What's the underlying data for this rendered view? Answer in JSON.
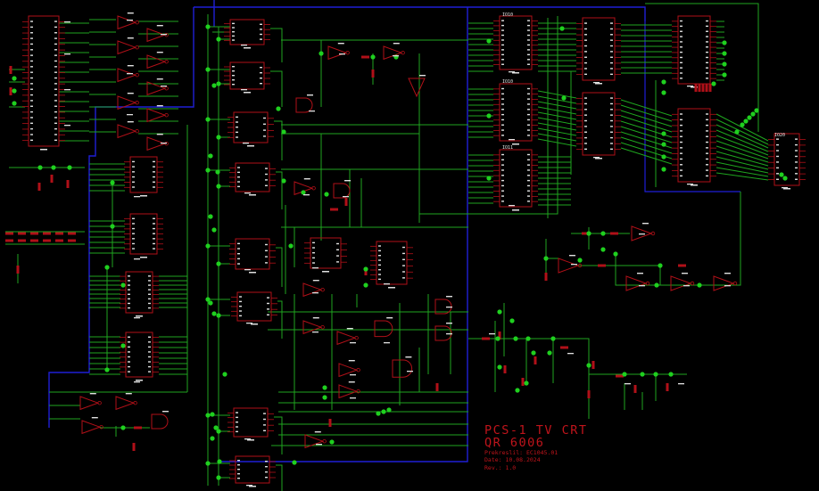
{
  "title_block": {
    "project": "PCS-1 TV CRT",
    "code": "QR 6006",
    "line_prekresil": "Prekreslil: EC1045.01",
    "line_date": "Date: 10.08.2024",
    "line_rev": "Rev.: 1.0"
  },
  "refdes": {
    "u1": "IO10",
    "u2": "IO10",
    "u3": "IO11",
    "u4": "IO20"
  },
  "colors": {
    "background": "#000000",
    "wire": "#1fa51f",
    "bus": "#1f1fd6",
    "component": "#b01018",
    "junction": "#1fd01f",
    "pin_text": "#e0e0e0",
    "title": "#c0141b"
  }
}
